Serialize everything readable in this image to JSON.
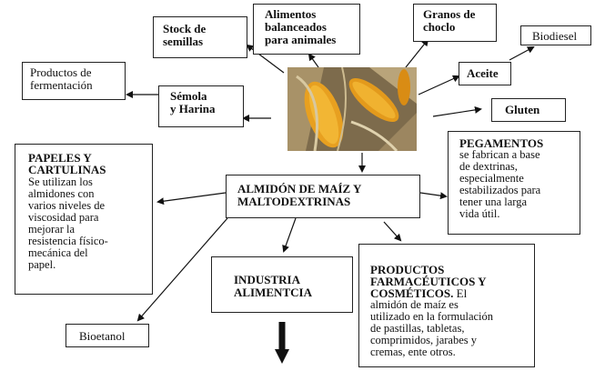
{
  "nodes": {
    "stock": "Stock de\nsemillas",
    "alimentos": "Alimentos\nbalanceados\npara animales",
    "granos": "Granos de\nchoclo",
    "biodiesel": "Biodiesel",
    "aceite": "Aceite",
    "gluten": "Gluten",
    "fermentacion": "Productos de\nfermentación",
    "semola": "Sémola\ny Harina",
    "papeles_title": "PAPELES Y\nCARTULINAS",
    "papeles_body": "Se utilizan los\nalmidones con\nvarios niveles de\nviscosidad para\nmejorar la\nresistencia físico-\nmecánica del\npapel.",
    "almidon": "ALMIDÓN DE MAÍZ Y\nMALTODEXTRINAS",
    "pegamentos_title": "PEGAMENTOS",
    "pegamentos_body": "se fabrican a base\nde dextrinas,\nespecialmente\nestabilizados para\ntener una larga\nvida útil.",
    "industria": "INDUSTRIA\nALIMENTCIA",
    "farmaceuticos_title": "PRODUCTOS\nFARMACÉUTICOS Y\nCOSMÉTICOS.",
    "farmaceuticos_body_1": " El",
    "farmaceuticos_body_2": "almidón de maíz es\nutilizado en la formulación\nde pastillas, tabletas,\ncomprimidos, jarabes y\ncremas, ente otros.",
    "bioetanol": "Bioetanol"
  },
  "colors": {
    "kernel": "#e8a020",
    "kernel_dark": "#b36b0c",
    "husk": "#c9b48a",
    "background_photo": "#8a7a5a"
  }
}
